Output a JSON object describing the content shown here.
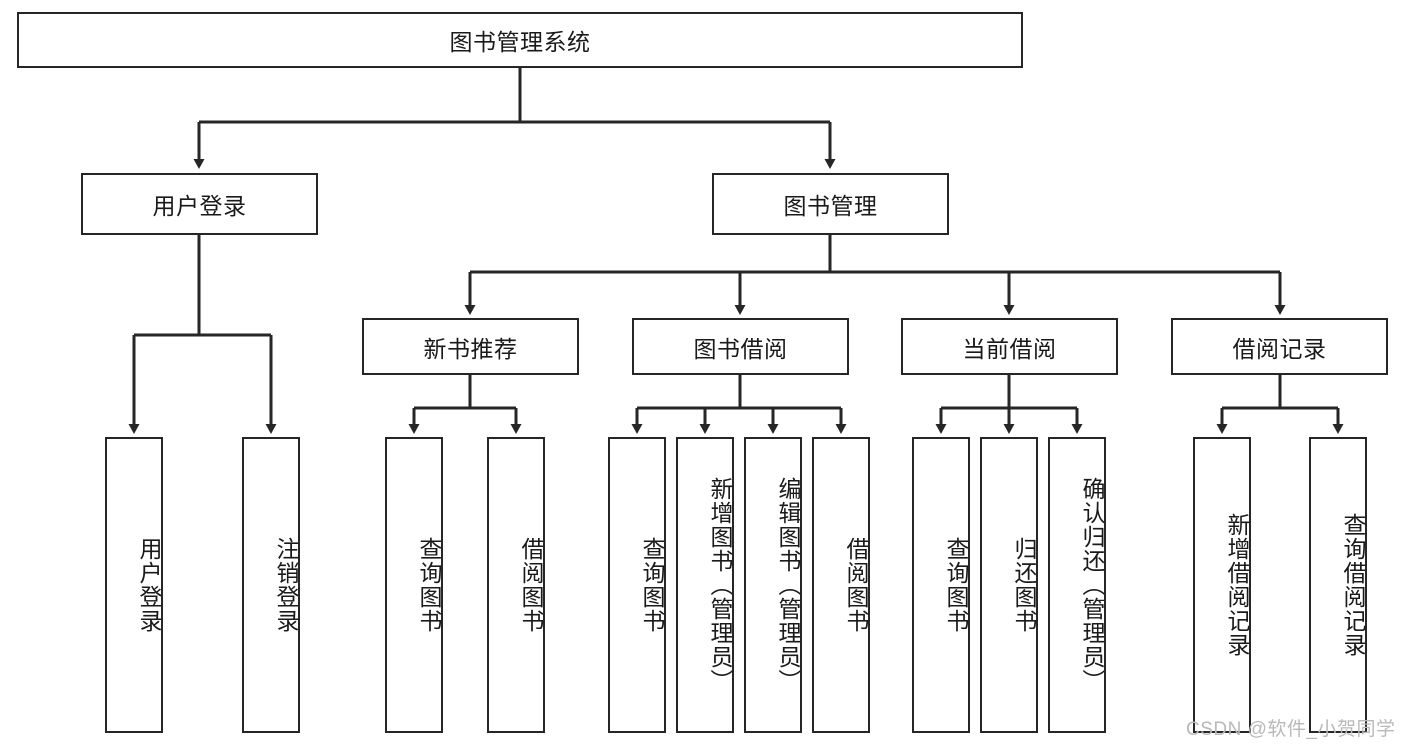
{
  "diagram": {
    "type": "tree",
    "title": "图书管理系统",
    "watermark": "CSDN @软件_小贺同学",
    "colors": {
      "stroke": "#262626",
      "fill": "#ffffff",
      "text": "#1a1a1a",
      "watermark": "#b9b9b9"
    },
    "nodes": {
      "root": "图书管理系统",
      "level2": [
        "用户登录",
        "图书管理"
      ],
      "level3": [
        "新书推荐",
        "图书借阅",
        "当前借阅",
        "借阅记录"
      ],
      "leaves": {
        "user_login": [
          "用户登录",
          "注销登录"
        ],
        "new_book": [
          "查询图书",
          "借阅图书"
        ],
        "book_borrow": [
          "查询图书",
          "新增图书（管理员）",
          "编辑图书（管理员）",
          "借阅图书"
        ],
        "current_borrow": [
          "查询图书",
          "归还图书",
          "确认归还（管理员）"
        ],
        "borrow_record": [
          "新增借阅记录",
          "查询借阅记录"
        ]
      }
    }
  }
}
